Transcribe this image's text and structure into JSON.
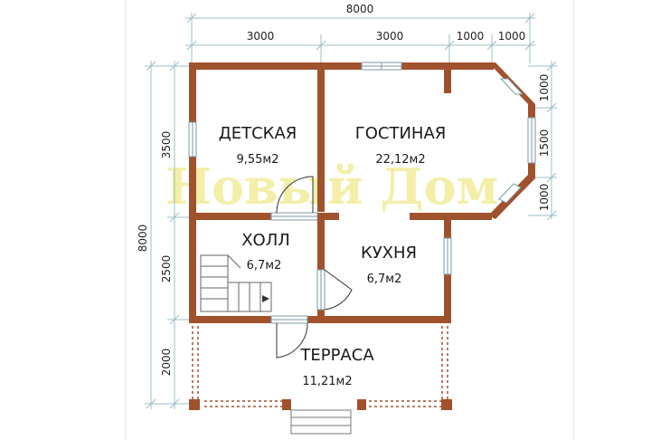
{
  "watermark": "Новый Дом",
  "dimensions": {
    "top_total": "8000",
    "top_1": "3000",
    "top_2": "3000",
    "top_3": "1000",
    "top_4": "1000",
    "left_total": "8000",
    "left_1": "3500",
    "left_2": "2500",
    "left_3": "2000",
    "right_1": "1000",
    "right_2": "1500",
    "right_3": "1000"
  },
  "rooms": {
    "detskaya": {
      "name": "ДЕТСКАЯ",
      "area": "9,55м2"
    },
    "gostinaya": {
      "name": "ГОСТИНАЯ",
      "area": "22,12м2"
    },
    "holl": {
      "name": "ХОЛЛ",
      "area": "6,7м2"
    },
    "kuhnya": {
      "name": "КУХНЯ",
      "area": "6,7м2"
    },
    "terrasa": {
      "name": "ТЕРРАСА",
      "area": "11,21м2"
    }
  },
  "colors": {
    "wall": "#a0522d",
    "dim_line": "#9bbcc8",
    "watermark": "#f2ec9a"
  }
}
